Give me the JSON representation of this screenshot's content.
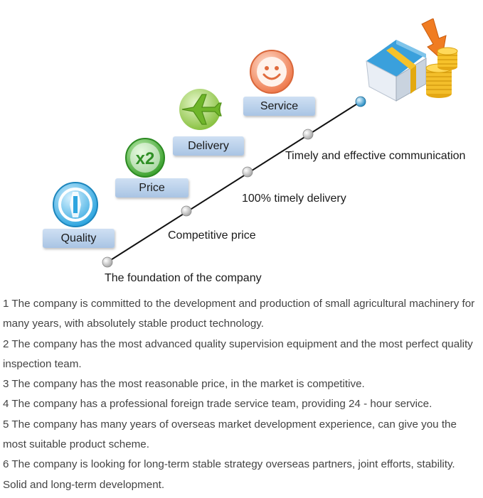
{
  "diagram": {
    "labels": {
      "quality": "Quality",
      "price": "Price",
      "delivery": "Delivery",
      "service": "Service"
    },
    "milestones": [
      "The foundation of the company",
      "Competitive price",
      "100% timely delivery",
      "Timely and effective communication"
    ],
    "price_icon_text": "x2",
    "colors": {
      "quality_icon": "#2ea5df",
      "price_icon": "#46b93a",
      "delivery_icon": "#8dc63f",
      "service_icon": "#f3865a",
      "label_box": "#b9d1ec",
      "money_gold": "#f6c22a",
      "arrow_orange": "#f07c22"
    }
  },
  "points": [
    "1 The company is committed to the development and production of small agricultural machinery for many years, with absolutely stable product technology.",
    "2 The company has the most advanced quality supervision equipment and the most perfect quality inspection team.",
    "3 The company has the most reasonable price, in the market is competitive.",
    "4 The company has a professional foreign trade service team, providing 24 - hour service.",
    "5 The company has many years of overseas market development experience, can give you the most suitable product scheme.",
    "6 The company is looking for long-term stable strategy overseas partners, joint efforts, stability. Solid and long-term development."
  ]
}
